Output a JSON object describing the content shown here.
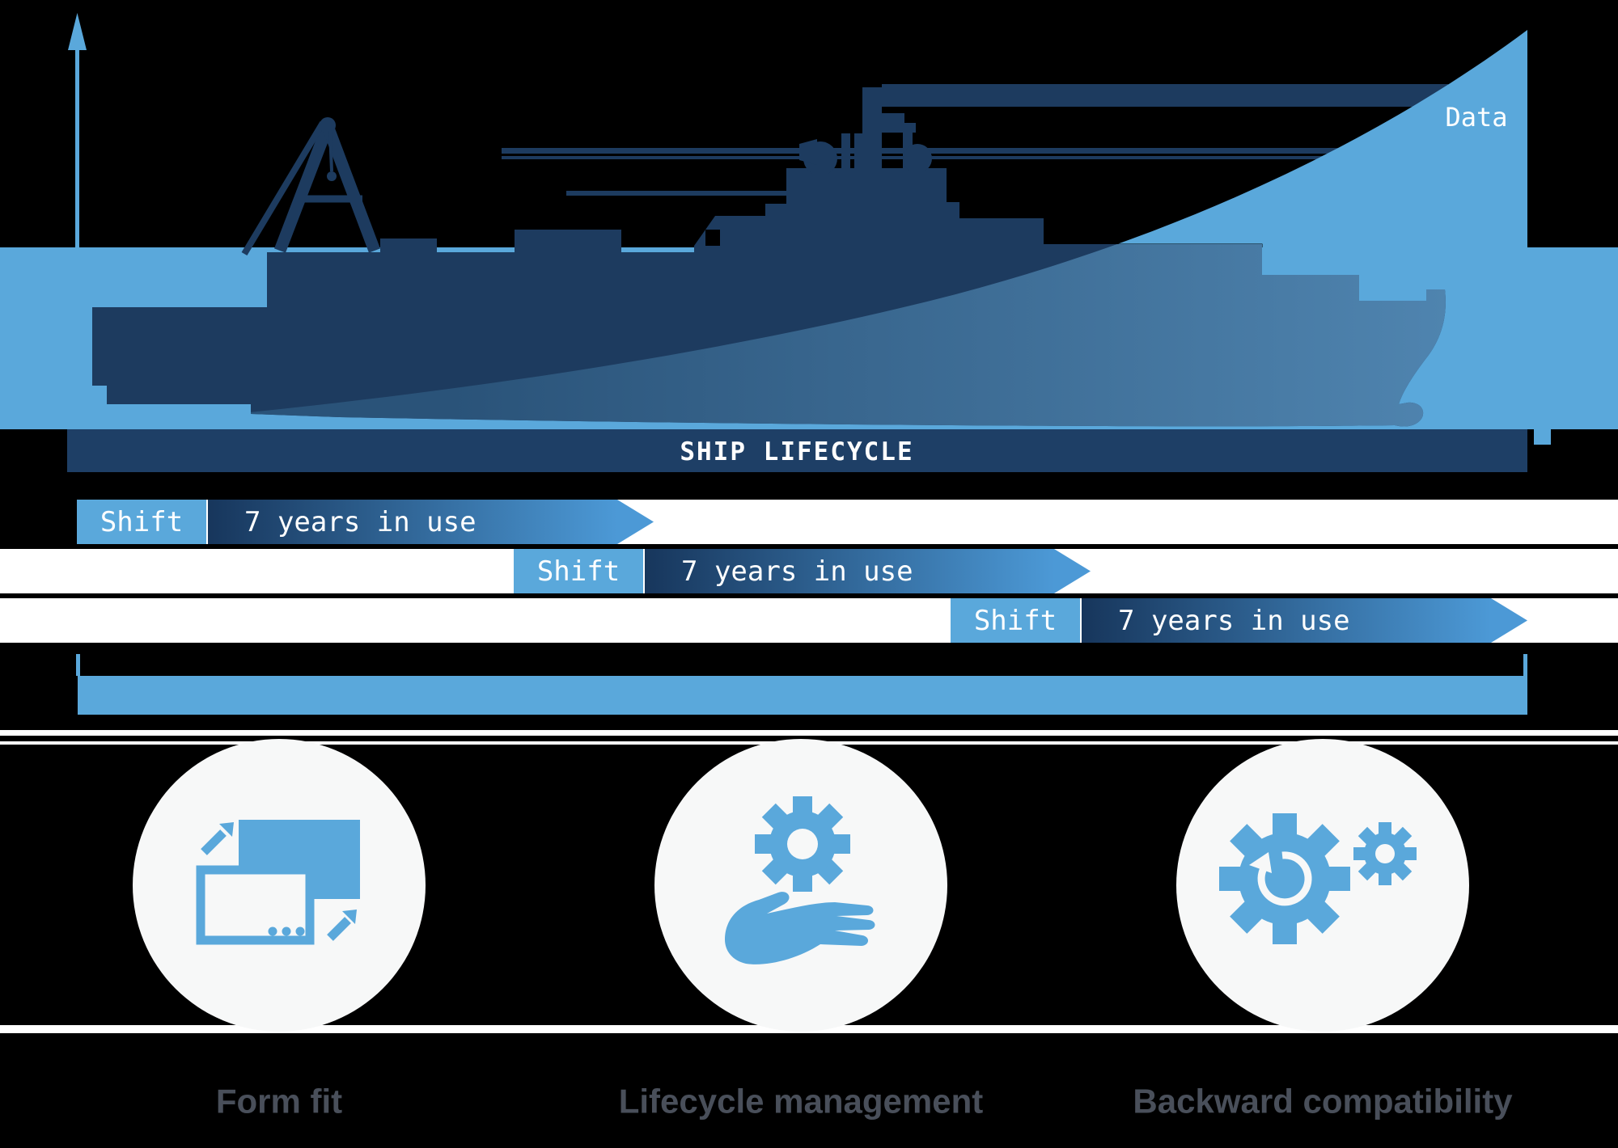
{
  "chart": {
    "data_area_label": "Data",
    "x_axis_label": "SHIP LIFECYCLE",
    "y_axis": "unlabeled upward arrow"
  },
  "shifts": [
    {
      "shift_label": "Shift",
      "duration_label": "7 years in use"
    },
    {
      "shift_label": "Shift",
      "duration_label": "7 years in use"
    },
    {
      "shift_label": "Shift",
      "duration_label": "7 years in use"
    }
  ],
  "features": [
    {
      "label": "Form fit",
      "icon": "resize-rectangles-icon"
    },
    {
      "label": "Lifecycle management",
      "icon": "gear-hand-icon"
    },
    {
      "label": "Backward compatibility",
      "icon": "gears-restore-icon"
    }
  ],
  "colors": {
    "background": "#000000",
    "light_blue": "#5aa8db",
    "ship_navy": "#1d3b5f",
    "bar_navy": "#1e3f66",
    "arrow_gradient_dark": "#17365c",
    "arrow_gradient_light": "#4c99d6",
    "ship_overlay_dark": "#2a5379",
    "ship_overlay_light": "#4f84af",
    "circle_bg": "#f7f8f8",
    "label_gray": "#494f5a",
    "white": "#ffffff"
  }
}
